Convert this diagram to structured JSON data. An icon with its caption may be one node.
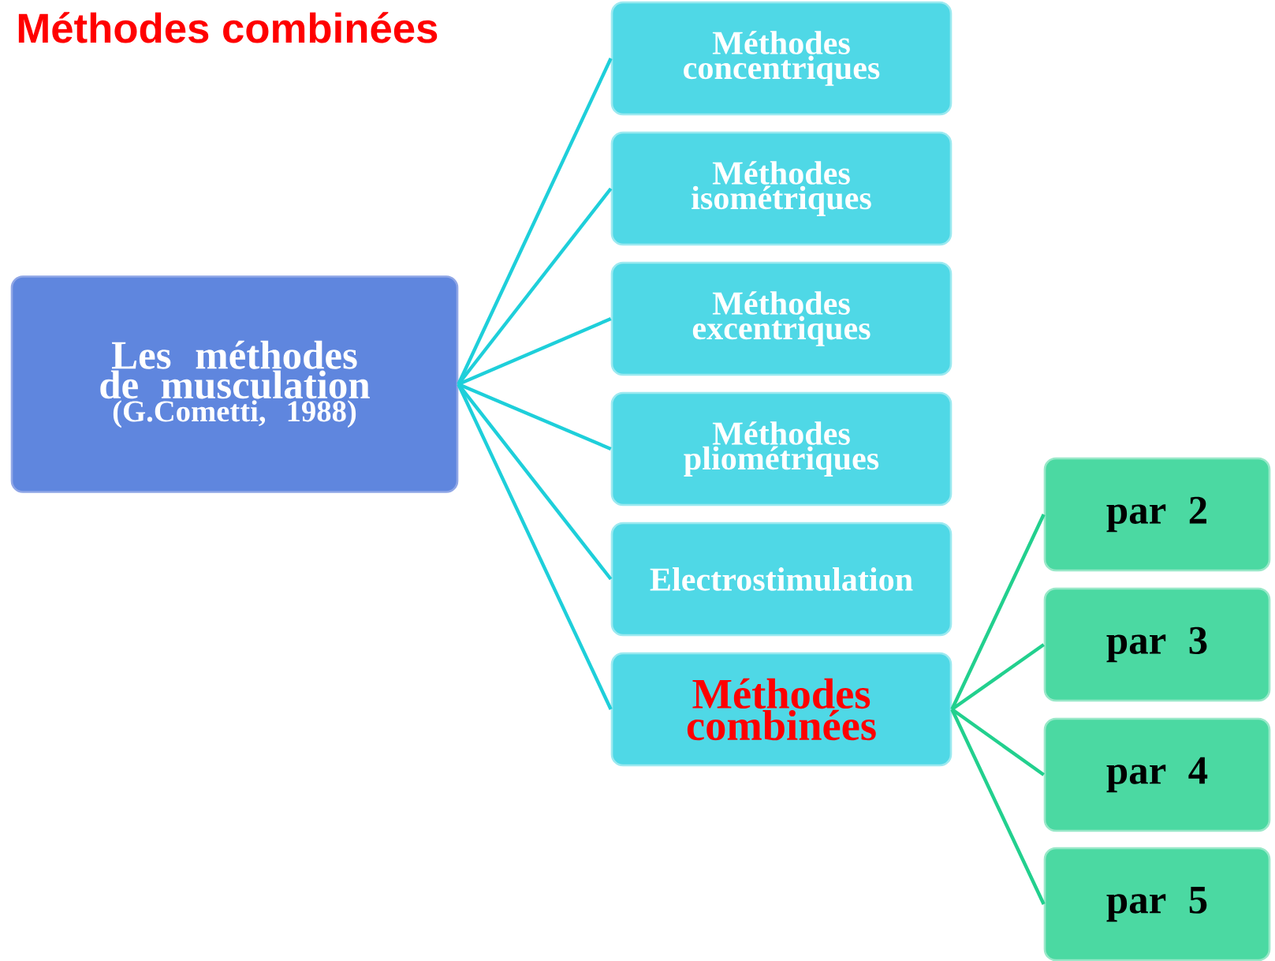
{
  "diagram": {
    "title": "Méthodes combinées",
    "nodes": [
      {
        "text": [
          "Les méthodes de musculation",
          "(G.Cometti, 1988)"
        ]
      },
      {
        "text": [
          "Méthodes concentriques"
        ]
      },
      {
        "text": [
          "Méthodes isométriques"
        ]
      },
      {
        "text": [
          "Méthodes excentriques"
        ]
      },
      {
        "text": [
          "Méthodes pliométriques"
        ]
      },
      {
        "text": [
          "Electrostimulation"
        ]
      },
      {
        "text": [
          "Méthodes combinées"
        ]
      },
      {
        "text": [
          "par 2"
        ]
      },
      {
        "text": [
          "par 3"
        ]
      },
      {
        "text": [
          "par 4"
        ]
      },
      {
        "text": [
          "par 5"
        ]
      }
    ],
    "edges": [
      {
        "from": 0,
        "to": 1,
        "arrow": "none"
      },
      {
        "from": 0,
        "to": 2,
        "arrow": "none"
      },
      {
        "from": 0,
        "to": 3,
        "arrow": "none"
      },
      {
        "from": 0,
        "to": 4,
        "arrow": "none"
      },
      {
        "from": 0,
        "to": 5,
        "arrow": "none"
      },
      {
        "from": 0,
        "to": 6,
        "arrow": "none"
      },
      {
        "from": 6,
        "to": 7,
        "arrow": "none",
        "color": "#22d08e"
      },
      {
        "from": 6,
        "to": 8,
        "arrow": "none",
        "color": "#22d08e"
      },
      {
        "from": 6,
        "to": 9,
        "arrow": "none",
        "color": "#22d08e"
      },
      {
        "from": 6,
        "to": 10,
        "arrow": "none",
        "color": "#22d08e"
      }
    ]
  }
}
